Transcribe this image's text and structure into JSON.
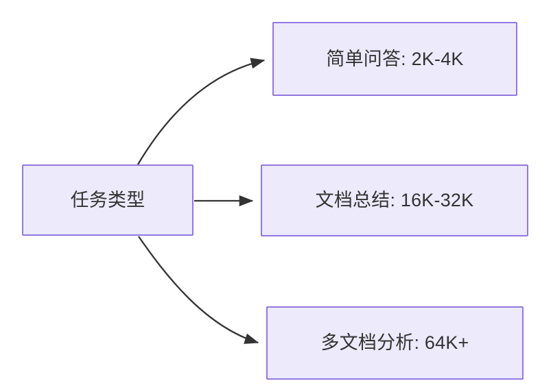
{
  "diagram": {
    "type": "flowchart",
    "direction": "left-to-right",
    "title": "",
    "style": {
      "node_fill": "#ECEAFB",
      "node_border": "#9277E0",
      "text_color": "#333333",
      "edge_color": "#333333",
      "background": "#FFFFFF"
    },
    "nodes": [
      {
        "id": "root",
        "label": "任务类型",
        "role": "source"
      },
      {
        "id": "simple_qa",
        "label": "简单问答: 2K-4K",
        "role": "target"
      },
      {
        "id": "doc_summary",
        "label": "文档总结: 16K-32K",
        "role": "target"
      },
      {
        "id": "multi_doc",
        "label": "多文档分析: 64K+",
        "role": "target"
      }
    ],
    "edges": [
      {
        "id": "edge-root-simple-qa",
        "from": "root",
        "to": "simple_qa",
        "label": "",
        "shape": "curve",
        "arrow": "end"
      },
      {
        "id": "edge-root-doc-summary",
        "from": "root",
        "to": "doc_summary",
        "label": "",
        "shape": "straight",
        "arrow": "end"
      },
      {
        "id": "edge-root-multi-doc",
        "from": "root",
        "to": "multi_doc",
        "label": "",
        "shape": "curve",
        "arrow": "end"
      }
    ]
  }
}
